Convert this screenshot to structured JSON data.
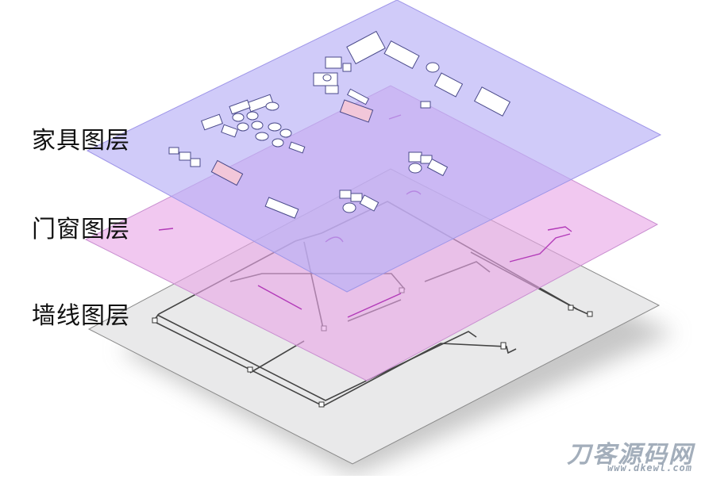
{
  "labels": {
    "furniture_layer": "家具图层",
    "door_window_layer": "门窗图层",
    "wall_layer": "墙线图层"
  },
  "layers": [
    {
      "id": "wall",
      "color": "#e9e9ea"
    },
    {
      "id": "door_window",
      "color": "#e9a6e6"
    },
    {
      "id": "furniture",
      "color": "#b8b0f6"
    }
  ],
  "watermark": {
    "brand": "刀客源码网",
    "url": "www.dkewl.com",
    "color": "#9aa6b4"
  }
}
